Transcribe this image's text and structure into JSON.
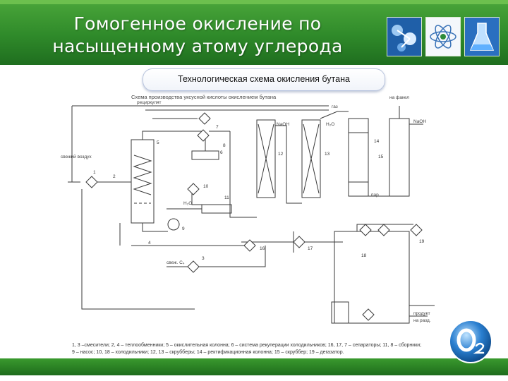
{
  "slide": {
    "title_line1": "Гомогенное окисление по",
    "title_line2": "насыщенному атому углерода",
    "subtitle": "Технологическая схема окисления бутана"
  },
  "diagram": {
    "caption": "Схема производства уксусной кислоты окислением бутана",
    "labels": {
      "recycle": "рециркулят",
      "gas": "газ",
      "fresh_air": "свежий воздух",
      "naoh_1": "NaOH",
      "h2o": "H₂O",
      "naoh_2": "NaOH",
      "to_torch": "на факел",
      "fresh_c4": "свеж. C₄",
      "steam": "пар",
      "product_1": "продукт",
      "product_2": "на разд.",
      "h2o_small": "H₂O"
    },
    "numbers": [
      "1",
      "2",
      "3",
      "4",
      "5",
      "6",
      "7",
      "8",
      "9",
      "10",
      "11",
      "12",
      "13",
      "14",
      "15",
      "16",
      "17",
      "18",
      "19"
    ],
    "legend_line1": "1, 3 –смесители; 2, 4 – теплообменники; 5 – окислительная колонна; 6 – система рекуперации холодильников; 16, 17, 7 – сепараторы; 11, 8 – сборники;",
    "legend_line2": "9 – насос; 10, 18 – холодильники; 12, 13 – скрубберы; 14 – ректификационная колонна; 15 – скруббер; 19 – дегазатор."
  },
  "colors": {
    "header_green": "#2f8a2a",
    "line": "#3a3a3a",
    "pill_border": "#b7c3dd",
    "logo_blue": "#2a7fd0"
  }
}
